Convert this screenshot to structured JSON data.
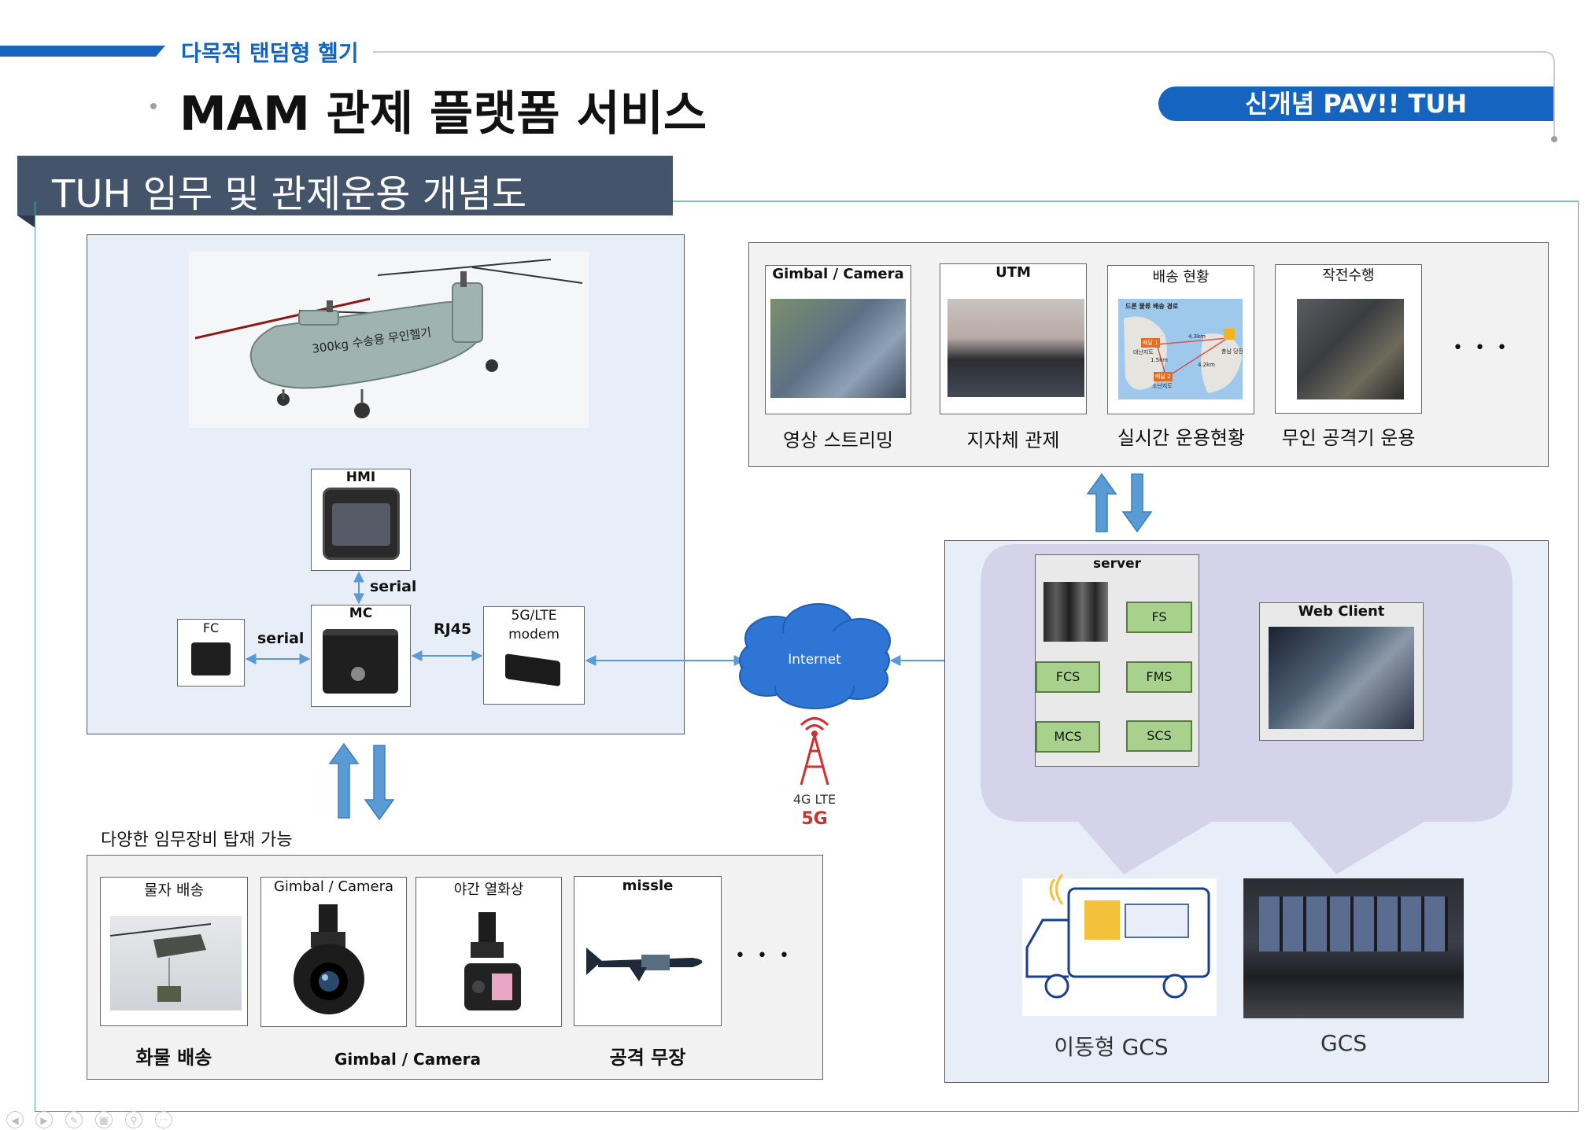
{
  "header": {
    "subtitle": "다목적 탠덤형 헬기",
    "title": "MAM 관제 플랫폼 서비스",
    "badge": "신개념 PAV!! TUH",
    "section_title": "TUH 임무 및 관제운용 개념도"
  },
  "colors": {
    "accent": "#1565c0",
    "section_bg": "#44546a",
    "panel_bg": "#e8eef7",
    "teal_border": "#5aa9a0",
    "arrow_blue": "#5b9bd5",
    "gcs_blob": "#d4d3ea",
    "box_green": "#a9d18e",
    "red": "#c00000"
  },
  "heli": {
    "label": "300kg 수송용 무인헬기"
  },
  "avionics": {
    "hmi": "HMI",
    "serial_top": "serial",
    "mc": "MC",
    "fc": "FC",
    "serial_left": "serial",
    "rj45": "RJ45",
    "modem_line1": "5G/LTE",
    "modem_line2": "modem"
  },
  "network": {
    "internet": "Internet",
    "lte": "4G LTE",
    "fiveg": "5G"
  },
  "services": [
    {
      "top": "Gimbal / Camera",
      "bottom": "영상 스트리밍"
    },
    {
      "top": "UTM",
      "bottom": "지자체 관제"
    },
    {
      "top": "배송 현황",
      "bottom": "실시간 운용현황"
    },
    {
      "top": "작전수행",
      "bottom": "무인 공격기 운용"
    }
  ],
  "services_more": "• • •",
  "delivery_map": {
    "title": "드론 물류 배송 경로",
    "wp1": "배달 1",
    "wp2": "배달 2",
    "d1": "4.3km",
    "d2": "1.5km",
    "d3": "4.2km",
    "place1": "대난지도",
    "place2": "충남 당진",
    "place3": "소난지도"
  },
  "server": {
    "title": "server",
    "fs": "FS",
    "fcs": "FCS",
    "fms": "FMS",
    "mcs": "MCS",
    "scs": "SCS",
    "web_client": "Web Client"
  },
  "gcs": {
    "mobile": "이동형 GCS",
    "fixed": "GCS"
  },
  "payload": {
    "heading": "다양한 임무장비 탑재 가능",
    "items": [
      {
        "top": "물자 배송"
      },
      {
        "top": "Gimbal / Camera"
      },
      {
        "top": "야간 열화상"
      },
      {
        "top": "missle"
      }
    ],
    "more": "• • •",
    "cap_cargo": "화물 배송",
    "cap_gimbal": "Gimbal / Camera",
    "cap_attack": "공격 무장"
  },
  "footer_icons": [
    "prev-icon",
    "next-icon",
    "pen-icon",
    "slides-icon",
    "zoom-icon",
    "more-icon"
  ]
}
